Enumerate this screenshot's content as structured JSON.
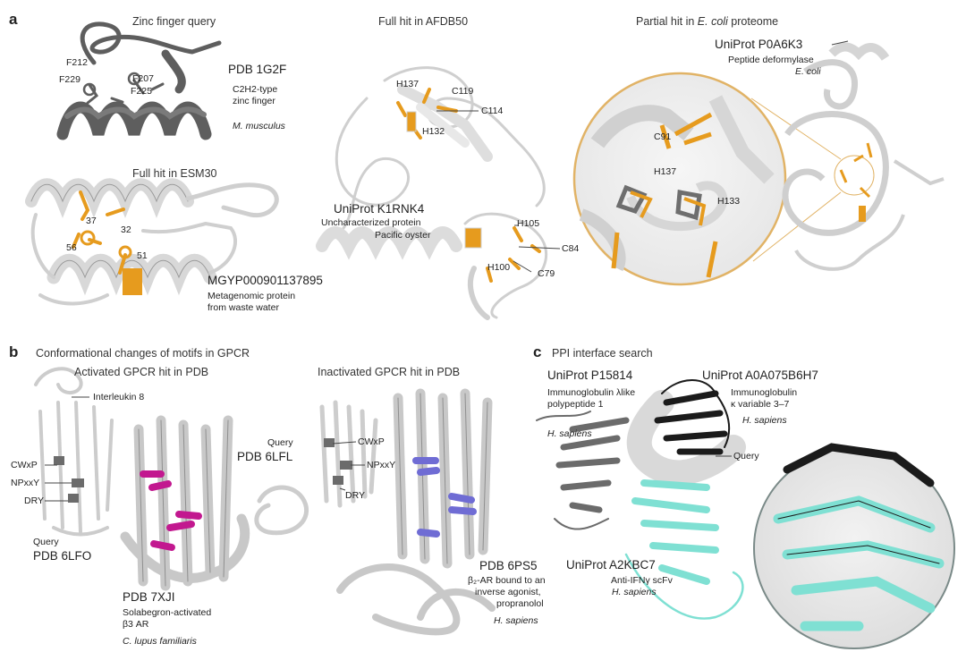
{
  "panel_labels": {
    "a": "a",
    "b": "b",
    "c": "c"
  },
  "panel_a": {
    "zinc": {
      "title": "Zinc finger query",
      "residues": [
        "F212",
        "F229",
        "F207",
        "F225"
      ],
      "pdb": "PDB 1G2F",
      "desc_line1": "C2H2-type",
      "desc_line2": "zinc finger",
      "species": "M. musculus"
    },
    "esm": {
      "title": "Full hit in ESM30",
      "residues": [
        "37",
        "32",
        "56",
        "51"
      ],
      "id": "MGYP000901137895",
      "desc_line1": "Metagenomic protein",
      "desc_line2": "from waste water"
    },
    "afdb": {
      "title": "Full hit in AFDB50",
      "residues": [
        "H137",
        "C119",
        "C114",
        "H132",
        "H105",
        "C84",
        "H100",
        "C79"
      ],
      "id": "UniProt K1RNK4",
      "desc_line1": "Uncharacterized protein",
      "desc_line2": "Pacific oyster"
    },
    "ecoli": {
      "title_prefix": "Partial hit in ",
      "title_italic": "E. coli",
      "title_suffix": " proteome",
      "id": "UniProt P0A6K3",
      "desc_line1": "Peptide deformylase",
      "species": "E. coli",
      "residues": [
        "C91",
        "H137",
        "H133"
      ]
    }
  },
  "panel_b": {
    "title": "Conformational changes of motifs in GPCR",
    "activated_title": "Activated GPCR hit in PDB",
    "inactivated_title": "Inactivated GPCR hit in PDB",
    "interleukin": "Interleukin  8",
    "motifs": [
      "CWxP",
      "NPxxY",
      "DRY"
    ],
    "query_left_line1": "Query",
    "query_left_line2": "PDB 6LFO",
    "query_mid_line1": "Query",
    "query_mid_line2": "PDB 6LFL",
    "pdb_7xji": "PDB 7XJI",
    "pdb_7xji_desc1": "Solabegron-activated",
    "pdb_7xji_desc2": "β3 AR",
    "pdb_7xji_species": "C. lupus familiaris",
    "pdb_6ps5": "PDB 6PS5",
    "pdb_6ps5_desc1": "β₂-AR bound to an",
    "pdb_6ps5_desc2": "inverse agonist,",
    "pdb_6ps5_desc3": "propranolol",
    "pdb_6ps5_species": "H. sapiens"
  },
  "panel_c": {
    "title": "PPI interface search",
    "p15814_id": "UniProt P15814",
    "p15814_desc1": "Immunoglobulin λlike",
    "p15814_desc2": "polypeptide 1",
    "p15814_species": "H. sapiens",
    "a0a_id": "UniProt A0A075B6H7",
    "a0a_desc1": "Immunoglobulin",
    "a0a_desc2": "κ variable 3–7",
    "a0a_species": "H. sapiens",
    "query": "Query",
    "a2kbc7_id": "UniProt A2KBC7",
    "a2kbc7_desc": "Anti-IFNγ scFv",
    "a2kbc7_species": "H. sapiens"
  },
  "colors": {
    "motif_orange": "#e69b1e",
    "motif_magenta": "#c2188f",
    "motif_purple": "#6f6cd4",
    "query_dark": "#595959",
    "cyan": "#7fe0d3",
    "ribbon": "#e9e9e9"
  }
}
